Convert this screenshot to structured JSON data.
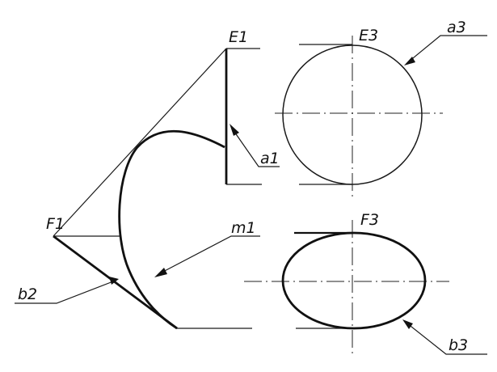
{
  "drawing": {
    "colors": {
      "ink": "#111111",
      "paper": "#ffffff"
    },
    "labels": {
      "E1": "E1",
      "a1": "a1",
      "F1": "F1",
      "m1": "m1",
      "b2": "b2",
      "E3": "E3",
      "a3": "a3",
      "F3": "F3",
      "b3": "b3"
    }
  }
}
